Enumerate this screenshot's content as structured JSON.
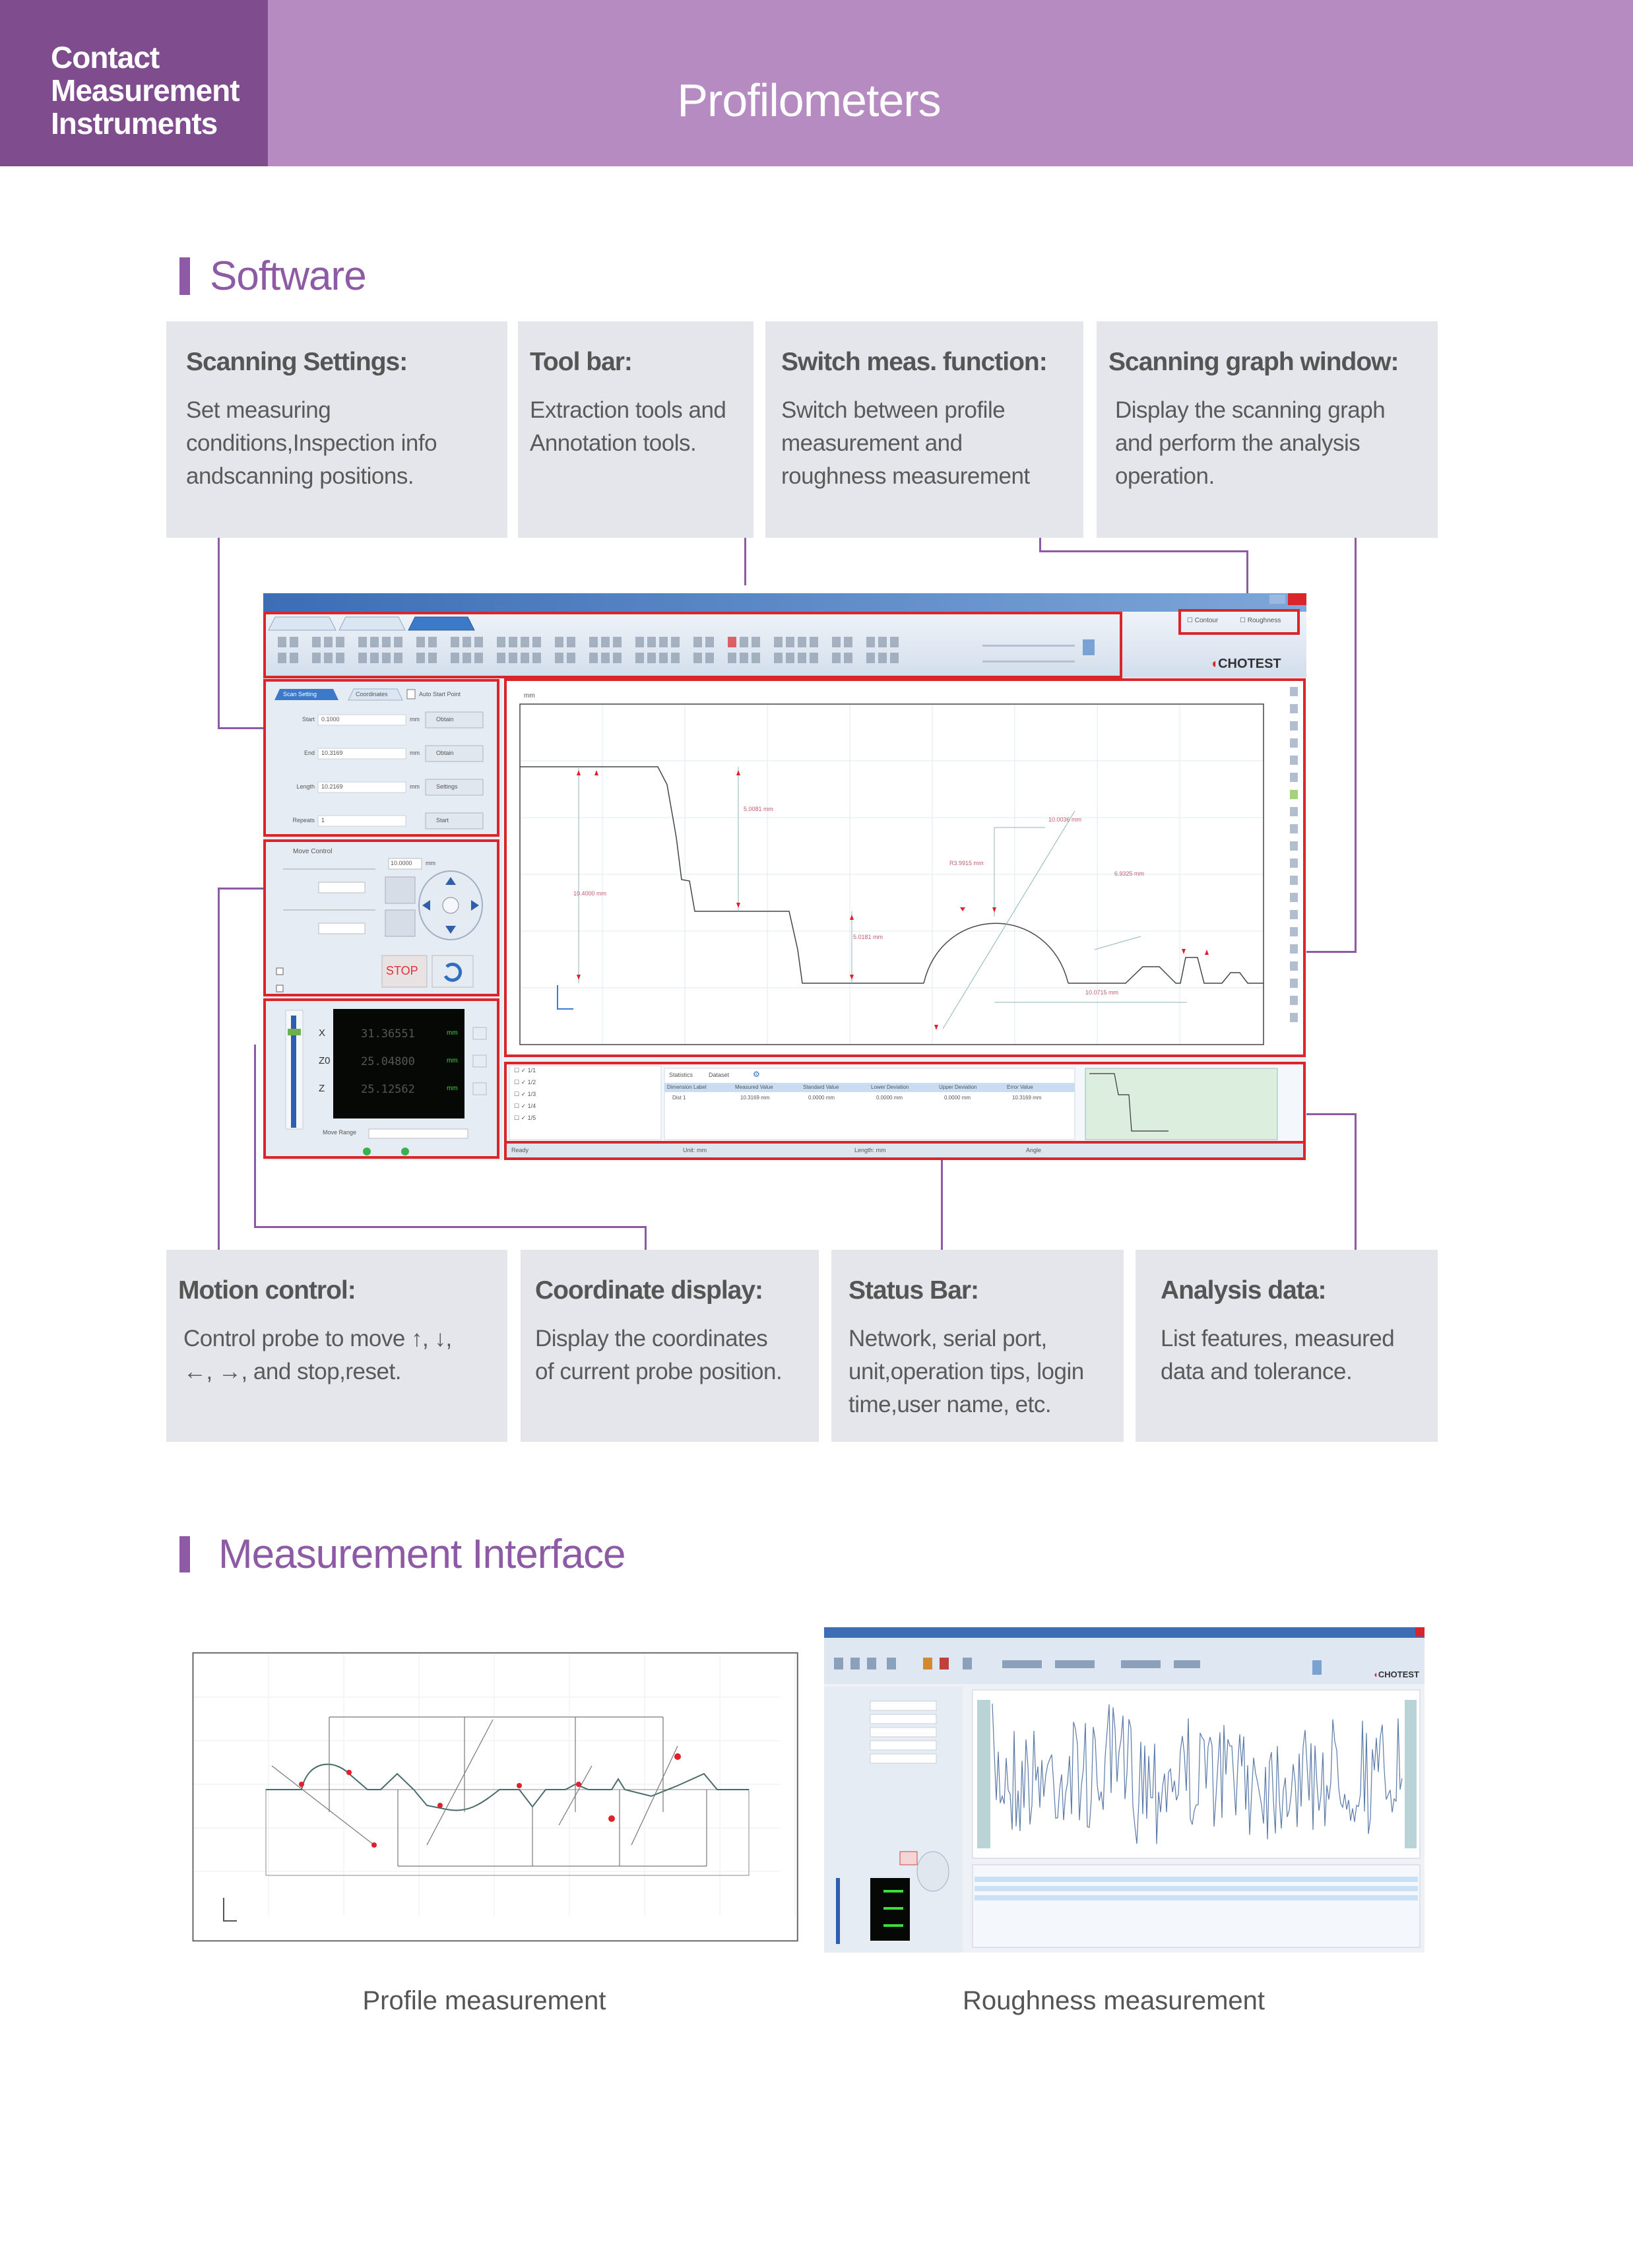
{
  "header": {
    "category": [
      "Contact",
      "Measurement",
      "Instruments"
    ],
    "title": "Profilometers",
    "colors": {
      "dark": "#7f4c8e",
      "light": "#b58bc1",
      "accent": "#8e5aa6"
    }
  },
  "software": {
    "heading": "Software",
    "top_boxes": [
      {
        "title": "Scanning Settings:",
        "lines": [
          "Set measuring",
          "conditions,Inspection info",
          "andscanning positions."
        ]
      },
      {
        "title": "Tool bar:",
        "lines": [
          "Extraction tools and",
          "Annotation tools."
        ]
      },
      {
        "title": "Switch meas. function:",
        "lines": [
          "Switch between profile",
          "measurement and",
          "roughness measurement"
        ]
      },
      {
        "title": "Scanning graph window:",
        "lines": [
          "Display the scanning graph",
          "and perform the analysis",
          "operation."
        ]
      }
    ],
    "bottom_boxes": [
      {
        "title": "Motion control:",
        "lines": [
          "Control probe to move ↑, ↓,",
          "←, →, and stop,reset."
        ]
      },
      {
        "title": "Coordinate display:",
        "lines": [
          "Display the coordinates",
          "of current probe position."
        ]
      },
      {
        "title": "Status Bar:",
        "lines": [
          "Network, serial port,",
          "unit,operation tips, login",
          "time,user name, etc."
        ]
      },
      {
        "title": "Analysis data:",
        "lines": [
          "List features, measured",
          "data and tolerance."
        ]
      }
    ]
  },
  "app": {
    "mode_options": [
      "Contour",
      "Roughness"
    ],
    "brand": "CHOTEST",
    "settings": {
      "tabs": [
        "Scan Setting",
        "Coordinates"
      ],
      "auto_label": "Auto Start Point",
      "rows": [
        {
          "label": "Start",
          "value": "0.1000",
          "unit": "mm",
          "button": "Obtain"
        },
        {
          "label": "End",
          "value": "10.3169",
          "unit": "mm",
          "button": "Obtain"
        },
        {
          "label": "Length",
          "value": "10.2169",
          "unit": "mm",
          "button": "Settings"
        },
        {
          "label": "Repeats",
          "value": "1",
          "unit": "",
          "button": "Start"
        }
      ]
    },
    "motion": {
      "title": "Move Control",
      "stop": "STOP",
      "step_value": "10.0000",
      "unit": "mm"
    },
    "coords": {
      "axes": [
        {
          "label": "X",
          "value": "31.36551",
          "unit": "mm"
        },
        {
          "label": "Z0",
          "value": "25.04800",
          "unit": "mm"
        },
        {
          "label": "Z",
          "value": "25.12562",
          "unit": "mm"
        }
      ],
      "range_label": "Move Range"
    },
    "graph": {
      "unit": "mm",
      "dims": [
        "10.4000 mm",
        "5.0081 mm",
        "5.0181 mm",
        "10.0036 mm",
        "R3.9915 mm",
        "6.9325 mm",
        "10.0715 mm"
      ]
    },
    "analysis": {
      "tabs": [
        "Statistics",
        "Dataset"
      ],
      "headers": [
        "Dimension Label",
        "Measured Value",
        "Standard Value",
        "Lower Deviation",
        "Upper Deviation",
        "Error Value"
      ],
      "row": [
        "Dist 1",
        "10.3169 mm",
        "0.0000 mm",
        "0.0000 mm",
        "0.0000 mm",
        "10.3169 mm"
      ],
      "features": [
        "1/1",
        "1/2",
        "1/3",
        "1/4",
        "1/5"
      ]
    },
    "status": [
      "Ready",
      "Unit: mm",
      "Length: mm",
      "Angle"
    ]
  },
  "measurement": {
    "heading": "Measurement Interface",
    "captions": [
      "Profile measurement",
      "Roughness measurement"
    ]
  }
}
